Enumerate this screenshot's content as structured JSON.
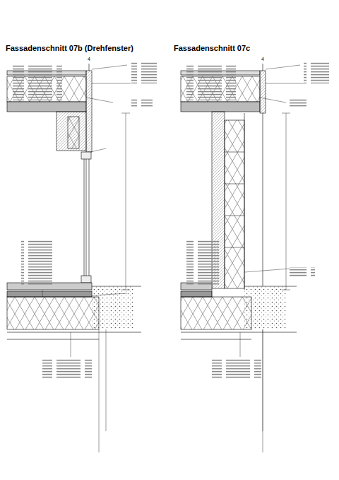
{
  "diagram": {
    "labels": [
      "Fassadenschnitt 07b (Drehfenster)",
      "Fassadenschnitt 07c",
      "4",
      "4"
    ]
  }
}
